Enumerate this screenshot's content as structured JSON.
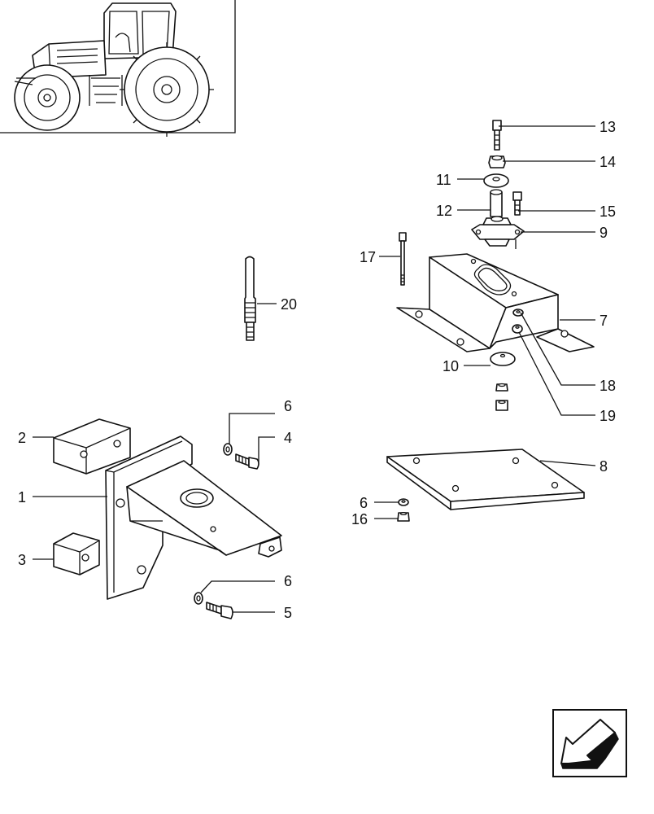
{
  "thumbnail": {
    "icon": "tractor-icon"
  },
  "callouts": [
    {
      "id": "c1",
      "text": "1"
    },
    {
      "id": "c2",
      "text": "2"
    },
    {
      "id": "c3",
      "text": "3"
    },
    {
      "id": "c4",
      "text": "4"
    },
    {
      "id": "c5",
      "text": "5"
    },
    {
      "id": "c6a",
      "text": "6"
    },
    {
      "id": "c6b",
      "text": "6"
    },
    {
      "id": "c6c",
      "text": "6"
    },
    {
      "id": "c7",
      "text": "7"
    },
    {
      "id": "c8",
      "text": "8"
    },
    {
      "id": "c9",
      "text": "9"
    },
    {
      "id": "c10",
      "text": "10"
    },
    {
      "id": "c11",
      "text": "11"
    },
    {
      "id": "c12",
      "text": "12"
    },
    {
      "id": "c13",
      "text": "13"
    },
    {
      "id": "c14",
      "text": "14"
    },
    {
      "id": "c15",
      "text": "15"
    },
    {
      "id": "c16",
      "text": "16"
    },
    {
      "id": "c17",
      "text": "17"
    },
    {
      "id": "c18",
      "text": "18"
    },
    {
      "id": "c19",
      "text": "19"
    },
    {
      "id": "c20",
      "text": "20"
    }
  ],
  "navigation": {
    "icon": "arrow-down-left-icon"
  }
}
